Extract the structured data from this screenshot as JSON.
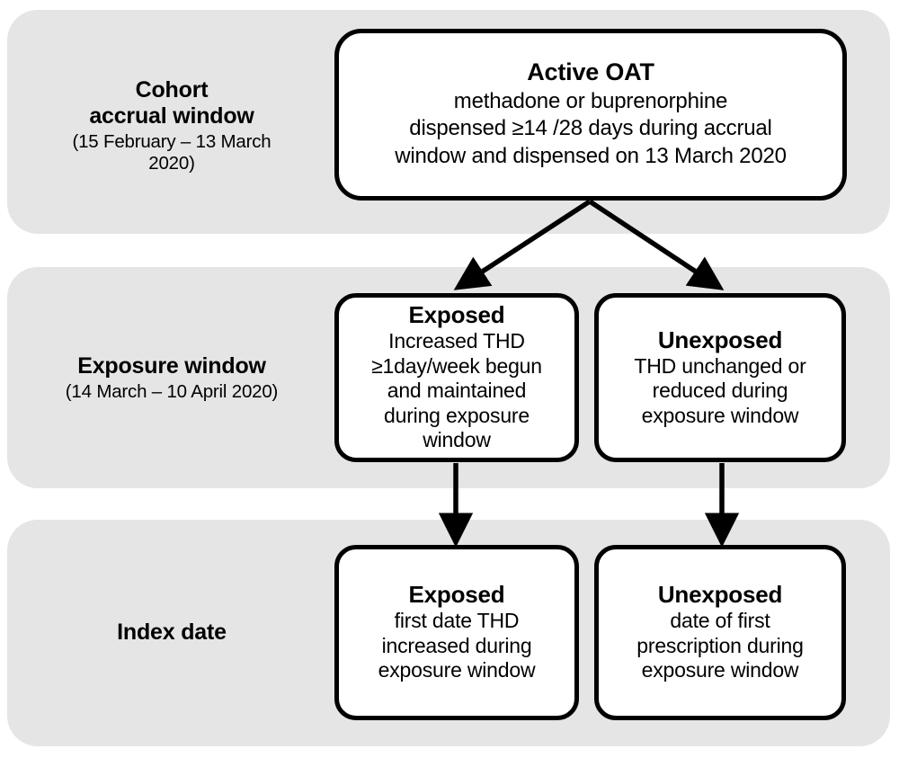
{
  "figure": {
    "type": "flowchart",
    "background_color": "#ffffff",
    "band_color": "#e6e5e6",
    "node_border_color": "#000000",
    "node_fill_color": "#ffffff",
    "text_color": "#000000"
  },
  "rows": [
    {
      "id": "cohort-accrual",
      "label_main": "Cohort\naccrual window",
      "label_main_line1": "Cohort",
      "label_main_line2": "accrual window",
      "label_sub": "(15 February – 13 March 2020)",
      "label_sub_line1": "(15 February – 13 March",
      "label_sub_line2": "2020)"
    },
    {
      "id": "exposure-window",
      "label_main": "Exposure window",
      "label_sub": "(14 March – 10 April 2020)"
    },
    {
      "id": "index-date",
      "label_main": "Index date",
      "label_sub": ""
    }
  ],
  "nodes": [
    {
      "id": "active-oat",
      "title": "Active OAT",
      "body": "methadone or buprenorphine\ndispensed ≥14 /28 days during accrual\nwindow and dispensed on 13 March 2020"
    },
    {
      "id": "exposure-exposed",
      "title": "Exposed",
      "body": "Increased THD\n≥1day/week begun\nand maintained\nduring exposure\nwindow"
    },
    {
      "id": "exposure-unexposed",
      "title": "Unexposed",
      "body": "THD unchanged or\nreduced during\nexposure window"
    },
    {
      "id": "index-exposed",
      "title": "Exposed",
      "body": "first date THD\nincreased during\nexposure window"
    },
    {
      "id": "index-unexposed",
      "title": "Unexposed",
      "body": "date of first\nprescription during\nexposure window"
    }
  ],
  "connectors": [
    {
      "id": "oat-to-exposed",
      "from": "active-oat",
      "to": "exposure-exposed",
      "style": "diagonal-arrow"
    },
    {
      "id": "oat-to-unexposed",
      "from": "active-oat",
      "to": "exposure-unexposed",
      "style": "diagonal-arrow"
    },
    {
      "id": "exposed-to-index-exposed",
      "from": "exposure-exposed",
      "to": "index-exposed",
      "style": "vertical-arrow"
    },
    {
      "id": "unexposed-to-index-unexposed",
      "from": "exposure-unexposed",
      "to": "index-unexposed",
      "style": "vertical-arrow"
    }
  ]
}
